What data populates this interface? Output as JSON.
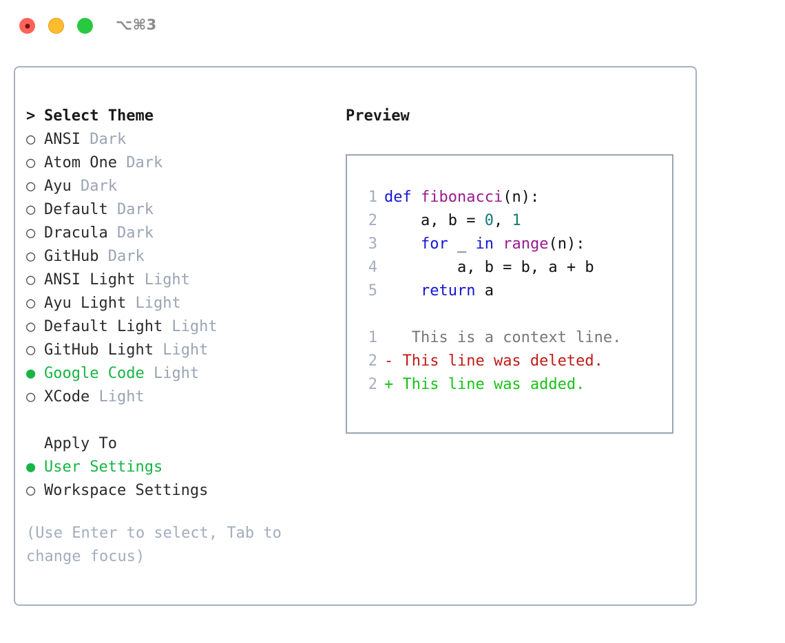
{
  "window": {
    "shortcut": "⌥⌘3",
    "traffic_lights": [
      {
        "name": "close",
        "color": "#ff6159"
      },
      {
        "name": "minimize",
        "color": "#ffbd2e"
      },
      {
        "name": "maximize",
        "color": "#27c93f"
      }
    ]
  },
  "colors": {
    "accent_green": "#18b544",
    "border": "#a7b0c0",
    "muted": "#9aa4b4",
    "hint": "#a3adbd",
    "keyword": "#1414d6",
    "function": "#9b1b8e",
    "number": "#127a72",
    "diff_deleted": "#c01c18",
    "diff_added": "#19c219",
    "diff_context": "#777777"
  },
  "theme_list": {
    "prompt": ">",
    "title": "Select Theme",
    "bullet_unselected": "○",
    "bullet_selected": "●",
    "items": [
      {
        "label": "ANSI",
        "tag": "Dark",
        "selected": false
      },
      {
        "label": "Atom One",
        "tag": "Dark",
        "selected": false
      },
      {
        "label": "Ayu",
        "tag": "Dark",
        "selected": false
      },
      {
        "label": "Default",
        "tag": "Dark",
        "selected": false
      },
      {
        "label": "Dracula",
        "tag": "Dark",
        "selected": false
      },
      {
        "label": "GitHub",
        "tag": "Dark",
        "selected": false
      },
      {
        "label": "ANSI Light",
        "tag": "Light",
        "selected": false
      },
      {
        "label": "Ayu Light",
        "tag": "Light",
        "selected": false
      },
      {
        "label": "Default Light",
        "tag": "Light",
        "selected": false
      },
      {
        "label": "GitHub Light",
        "tag": "Light",
        "selected": false
      },
      {
        "label": "Google Code",
        "tag": "Light",
        "selected": true
      },
      {
        "label": "XCode",
        "tag": "Light",
        "selected": false
      }
    ]
  },
  "apply_to": {
    "title": "Apply To",
    "items": [
      {
        "label": "User Settings",
        "selected": true
      },
      {
        "label": "Workspace Settings",
        "selected": false
      }
    ]
  },
  "hint": "(Use Enter to select, Tab to change focus)",
  "preview": {
    "title": "Preview",
    "code_lines": [
      {
        "n": "1",
        "tokens": [
          {
            "t": "def ",
            "c": "kw"
          },
          {
            "t": "fibonacci",
            "c": "fn"
          },
          {
            "t": "(n):",
            "c": "pl"
          }
        ]
      },
      {
        "n": "2",
        "tokens": [
          {
            "t": "    a, b = ",
            "c": "pl"
          },
          {
            "t": "0",
            "c": "num"
          },
          {
            "t": ", ",
            "c": "pl"
          },
          {
            "t": "1",
            "c": "num"
          }
        ]
      },
      {
        "n": "3",
        "tokens": [
          {
            "t": "    for ",
            "c": "kw"
          },
          {
            "t": "_ ",
            "c": "pl"
          },
          {
            "t": "in ",
            "c": "kw"
          },
          {
            "t": "range",
            "c": "fn"
          },
          {
            "t": "(n):",
            "c": "pl"
          }
        ]
      },
      {
        "n": "4",
        "tokens": [
          {
            "t": "        a, b = b, a + b",
            "c": "pl"
          }
        ]
      },
      {
        "n": "5",
        "tokens": [
          {
            "t": "    return ",
            "c": "kw"
          },
          {
            "t": "a",
            "c": "pl"
          }
        ]
      }
    ],
    "diff_lines": [
      {
        "n": "1",
        "marker": " ",
        "text": "  This is a context line.",
        "kind": "ctx"
      },
      {
        "n": "2",
        "marker": "-",
        "text": " This line was deleted.",
        "kind": "del"
      },
      {
        "n": "2",
        "marker": "+",
        "text": " This line was added.",
        "kind": "add"
      }
    ]
  }
}
